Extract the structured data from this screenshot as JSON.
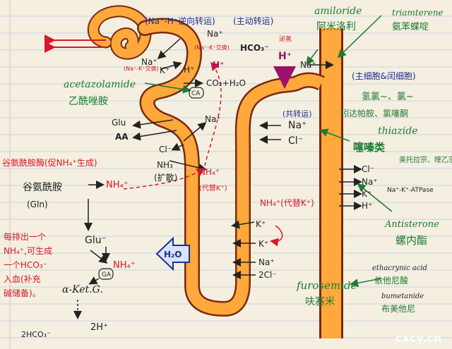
{
  "labels": {
    "antiport": "(Na⁺-H⁺逆向转运)",
    "active_transport": "(主动转运)",
    "na_top": "Na⁺",
    "na_k_pump": "(Na⁺-K⁺交换)",
    "secretion": "泌氢",
    "hco3": "HCO₃⁻",
    "h_tubule": "H⁺",
    "h_distal": "H⁺",
    "na_left": "Na⁺",
    "k_left": "K⁺",
    "h_left": "H⁺",
    "co2_h2o": "CO₂+H₂O",
    "ca": "CA",
    "acetazolamide_en": "acetazolamide",
    "acetazolamide_zh": "乙酰唑胺",
    "na_k_small": "(Na⁺-K⁺交换)",
    "glu": "Glu",
    "aa": "AA",
    "na_loop": "Na⁺",
    "cl": "Cl⁻",
    "nh3": "NH₃",
    "diffusion": "(扩散)",
    "nh4_tubule": "NH₄⁺",
    "replace_k": "(代替K⁺)",
    "glutaminase": "谷氨酰胺酶(促NH₄⁺生成)",
    "glutamine": "谷氨酰胺",
    "gln": "(Gln)",
    "nh4_cell": "NH₄⁺",
    "glu_minus": "Glu⁻",
    "nh4_red": "NH₄⁺",
    "ga": "GA",
    "aketg": "α-Ket.G.",
    "note_line1": "每排出一个",
    "note_line2": "NH₄⁺,可生成",
    "note_line3": "一个HCO₃⁻",
    "note_line4": "入血(补充",
    "note_line5": "碱储备)。",
    "hco3_bottom": "2HCO₃⁻",
    "two_h": "2H⁺",
    "h2o": "H₂O",
    "amiloride_en": "amiloride",
    "amiloride_zh": "阿米洛利",
    "triamterene_en": "triamterene",
    "triamterene_zh": "氨苯蝶啶",
    "cells": "(主细胞&闰细胞)",
    "na_distal": "Na⁺",
    "cotransport": "(共转运)",
    "na_dct": "Na⁺",
    "cl_dct": "Cl⁻",
    "diuretics_line1": "氢氯~、氯~",
    "diuretics_line2": "吲达帕胺、氯噻酮",
    "thiazide_en": "thiazide",
    "thiazide_note": "美托拉宗、喹乙宗",
    "thiazide_zh": "噻嗪类",
    "cl_right": "Cl⁻",
    "na_right": "Na⁺",
    "k_right": "K⁺",
    "h_right": "H⁺",
    "atpase": "Na⁺-K⁺-ATPase",
    "antisterone_en": "Antisterone",
    "antisterone_zh": "螺内酯",
    "nh4_replace": "NH₄⁺(代替K⁺)",
    "k_loop1": "K⁺",
    "k_loop2": "K⁺",
    "na_loop2": "Na⁺",
    "two_cl": "2Cl⁻",
    "ethacrynic_en": "ethacrynic acid",
    "ethacrynic_zh": "依他尼酸",
    "bumetanide_en": "bumetanide",
    "bumetanide_zh": "布美他尼",
    "furosemide_en": "furosemide",
    "furosemide_zh": "呋塞米",
    "watermark": "cxcy.cn"
  },
  "colors": {
    "tubule_fill": "#ffa83c",
    "tubule_outline": "#7a2a10",
    "ion_blue": "#1f2f8f",
    "drug_green": "#1e7a34",
    "ion_red": "#d6182a",
    "ion_magenta": "#a0106a",
    "ink": "#222222"
  }
}
